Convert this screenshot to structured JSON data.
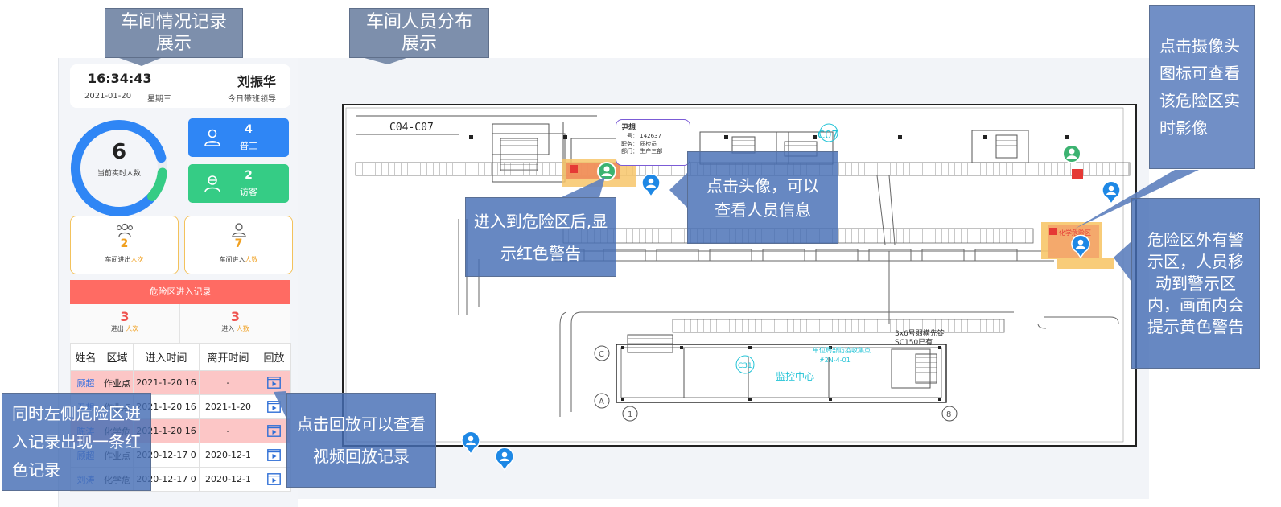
{
  "header": {
    "time": "16:34:43",
    "date": "2021-01-20",
    "weekday": "星期三",
    "leader_name": "刘振华",
    "leader_role": "今日带班领导"
  },
  "realtime": {
    "count": "6",
    "label": "当前实时人数"
  },
  "worker": {
    "count": "4",
    "label": "普工"
  },
  "visitor": {
    "count": "2",
    "label": "访客"
  },
  "exit": {
    "count": "2",
    "label": "车间进出",
    "unit": "人次"
  },
  "enter": {
    "count": "7",
    "label": "车间进入",
    "unit": "人数"
  },
  "danger": {
    "header": "危险区进入记录",
    "exit_count": "3",
    "exit_label": "进出",
    "exit_unit": "人次",
    "enter_count": "3",
    "enter_label": "进入",
    "enter_unit": "人数"
  },
  "table": {
    "headers": [
      "姓名",
      "区域",
      "进入时间",
      "离开时间",
      "回放"
    ],
    "rows": [
      {
        "name": "顾超",
        "area": "作业点",
        "enter": "2021-1-20 16",
        "leave": "-",
        "alert": true
      },
      {
        "name": "尹想",
        "area": "作业点",
        "enter": "2021-1-20 16",
        "leave": "2021-1-20",
        "alert": false
      },
      {
        "name": "陈涛",
        "area": "化学危",
        "enter": "2021-1-20 16",
        "leave": "-",
        "alert": true
      },
      {
        "name": "顾超",
        "area": "作业点",
        "enter": "2020-12-17 0",
        "leave": "2020-12-1",
        "alert": false
      },
      {
        "name": "刘涛",
        "area": "化学危",
        "enter": "2020-12-17 0",
        "leave": "2020-12-1",
        "alert": false
      }
    ]
  },
  "map": {
    "label_c04": "C04-C07",
    "label_c07": "C07",
    "label_c31": "C31",
    "label_monitor": "监控中心",
    "label_danger": "化学危险区",
    "label_pipe1": "3x6号弱横先锭",
    "label_pipe2": "SC150已有",
    "label_note1": "单位局部防疫收集点",
    "label_note2": "#2N-4-01",
    "axis_c": "C",
    "axis_a": "A",
    "axis_1": "1",
    "axis_8": "8"
  },
  "popup": {
    "name": "尹想",
    "id_label": "工号：",
    "id_value": "142637",
    "role_label": "职务：",
    "role_value": "质检员",
    "dept_label": "部门：",
    "dept_value": "生产三部"
  },
  "callouts": {
    "workshop_record": "车间情况记录展示",
    "staff_distribution": "车间人员分布展示",
    "camera_tip": "点击摄像头图标可查看该危险区实时影像",
    "danger_tip": "进入到危险区后,显示红色警告",
    "avatar_tip": "点击头像，可以查看人员信息",
    "warning_tip": "危险区外有警示区，人员移动到警示区内，画面内会提示黄色警告",
    "record_tip": "同时左侧危险区进入记录出现一条红色记录",
    "playback_tip": "点击回放可以查看视频回放记录"
  },
  "colors": {
    "blue_card": "#2f86f5",
    "green_card": "#35cc85",
    "danger_red": "#ff6b63",
    "alert_row": "#fcc6c6",
    "callout": "#5d80be"
  }
}
